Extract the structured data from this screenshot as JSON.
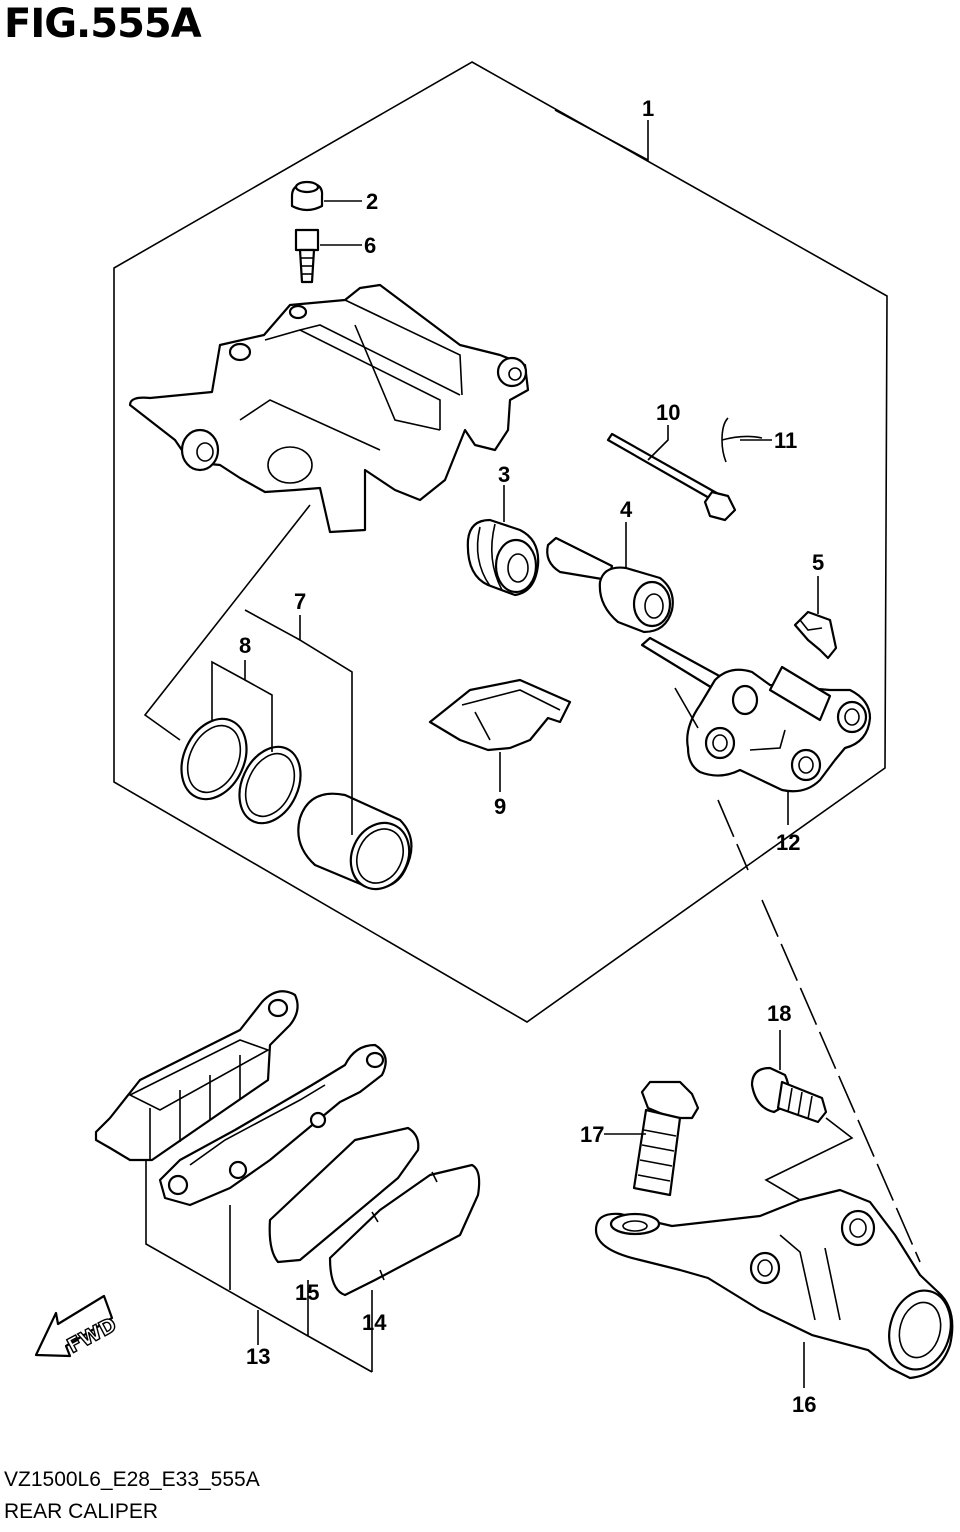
{
  "figure": {
    "title": "FIG.555A",
    "model_code": "VZ1500L6_E28_E33_555A",
    "name": "REAR CALIPER",
    "direction_label": "FWD"
  },
  "callouts": [
    {
      "id": "1",
      "label": "1"
    },
    {
      "id": "2",
      "label": "2"
    },
    {
      "id": "3",
      "label": "3"
    },
    {
      "id": "4",
      "label": "4"
    },
    {
      "id": "5",
      "label": "5"
    },
    {
      "id": "6",
      "label": "6"
    },
    {
      "id": "7",
      "label": "7"
    },
    {
      "id": "8",
      "label": "8"
    },
    {
      "id": "9",
      "label": "9"
    },
    {
      "id": "10",
      "label": "10"
    },
    {
      "id": "11",
      "label": "11"
    },
    {
      "id": "12",
      "label": "12"
    },
    {
      "id": "13",
      "label": "13"
    },
    {
      "id": "14",
      "label": "14"
    },
    {
      "id": "15",
      "label": "15"
    },
    {
      "id": "16",
      "label": "16"
    },
    {
      "id": "17",
      "label": "17"
    },
    {
      "id": "18",
      "label": "18"
    }
  ]
}
